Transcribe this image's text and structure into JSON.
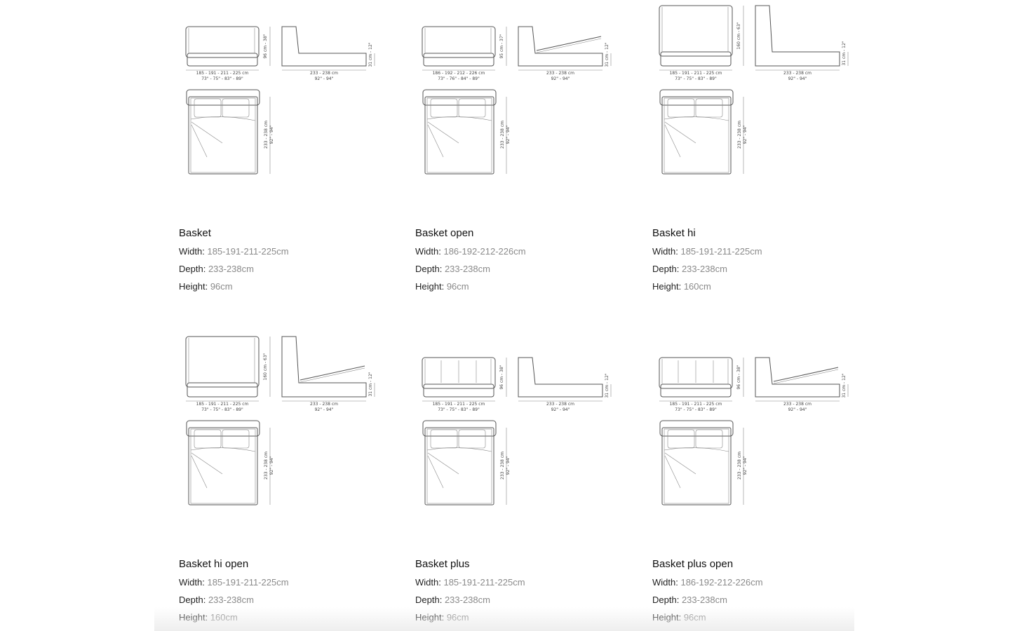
{
  "labels": {
    "width": "Width:",
    "depth": "Depth:",
    "height": "Height:"
  },
  "models": [
    {
      "name": "Basket",
      "width": "185-191-211-225cm",
      "depth": "233-238cm",
      "height": "96cm",
      "drawing": {
        "headboard": "low",
        "open": false,
        "plus": false,
        "front_dims": "185 - 191 - 211 - 225 cm",
        "front_dims_in": "73\" - 75\" - 83\" - 89\"",
        "height_dim": "96 cm - 38\"",
        "side_dims": "233 - 238 cm",
        "side_dims_in": "92\" - 94\"",
        "base_dim": "31 cm - 12\"",
        "plan_dim": "233 - 238 cm",
        "plan_dim_in": "92\" - 94\""
      }
    },
    {
      "name": "Basket open",
      "width": "186-192-212-226cm",
      "depth": "233-238cm",
      "height": "96cm",
      "drawing": {
        "headboard": "low",
        "open": true,
        "plus": false,
        "front_dims": "186 - 192 - 212 - 226 cm",
        "front_dims_in": "73\" - 76\" - 84\" - 89\"",
        "height_dim": "95 cm - 37\"",
        "side_dims": "233 - 238 cm",
        "side_dims_in": "92\" - 94\"",
        "base_dim": "31 cm - 12\"",
        "plan_dim": "233 - 238 cm",
        "plan_dim_in": "92\" - 94\""
      }
    },
    {
      "name": "Basket hi",
      "width": "185-191-211-225cm",
      "depth": "233-238cm",
      "height": "160cm",
      "drawing": {
        "headboard": "high",
        "open": false,
        "plus": false,
        "front_dims": "185 - 191 - 211 - 225 cm",
        "front_dims_in": "73\" - 75\" - 83\" - 89\"",
        "height_dim": "160 cm - 63\"",
        "side_dims": "233 - 238 cm",
        "side_dims_in": "92\" - 94\"",
        "base_dim": "31 cm - 12\"",
        "plan_dim": "233 - 238 cm",
        "plan_dim_in": "92\" - 94\""
      }
    },
    {
      "name": "Basket hi open",
      "width": "185-191-211-225cm",
      "depth": "233-238cm",
      "height": "160cm",
      "drawing": {
        "headboard": "high",
        "open": true,
        "plus": false,
        "front_dims": "185 - 191 - 211 - 225 cm",
        "front_dims_in": "73\" - 75\" - 83\" - 89\"",
        "height_dim": "160 cm - 63\"",
        "side_dims": "233 - 238 cm",
        "side_dims_in": "92\" - 94\"",
        "base_dim": "31 cm - 12\"",
        "plan_dim": "233 - 238 cm",
        "plan_dim_in": "92\" - 94\""
      }
    },
    {
      "name": "Basket plus",
      "width": "185-191-211-225cm",
      "depth": "233-238cm",
      "height": "96cm",
      "drawing": {
        "headboard": "low",
        "open": false,
        "plus": true,
        "front_dims": "185 - 191 - 211 - 225 cm",
        "front_dims_in": "73\" - 75\" - 83\" - 89\"",
        "height_dim": "96 cm - 38\"",
        "side_dims": "233 - 238 cm",
        "side_dims_in": "92\" - 94\"",
        "base_dim": "31 cm - 12\"",
        "plan_dim": "233 - 238 cm",
        "plan_dim_in": "92\" - 94\""
      }
    },
    {
      "name": "Basket plus open",
      "width": "186-192-212-226cm",
      "depth": "233-238cm",
      "height": "96cm",
      "drawing": {
        "headboard": "low",
        "open": true,
        "plus": true,
        "front_dims": "185 - 191 - 211 - 225 cm",
        "front_dims_in": "73\" - 75\" - 83\" - 89\"",
        "height_dim": "96 cm - 38\"",
        "side_dims": "233 - 238 cm",
        "side_dims_in": "92\" - 94\"",
        "base_dim": "31 cm - 12\"",
        "plan_dim": "233 - 238 cm",
        "plan_dim_in": "92\" - 94\""
      }
    }
  ]
}
